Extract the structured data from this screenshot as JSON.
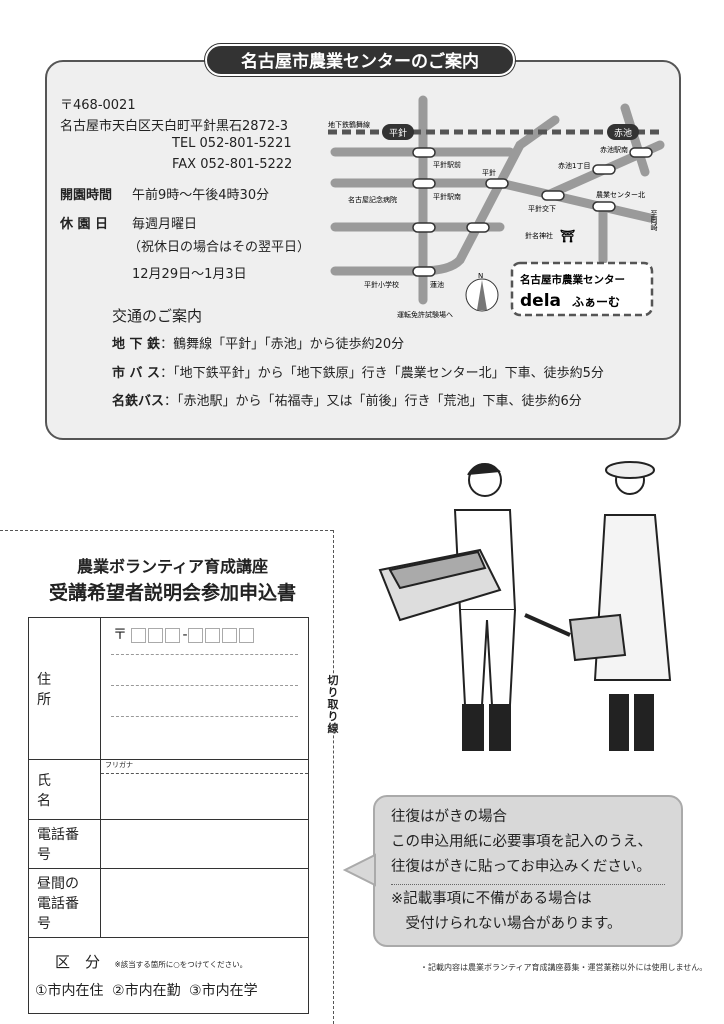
{
  "info": {
    "title": "名古屋市農業センターのご案内",
    "postal": "〒468-0021",
    "address": "名古屋市天白区天白町平針黒石2872-3",
    "tel": "TEL 052-801-5221",
    "fax": "FAX 052-801-5222",
    "hours_label": "開園時間",
    "hours": "午前9時～午後4時30分",
    "closed_label": "休 園 日",
    "closed": "毎週月曜日",
    "closed_note": "（祝休日の場合はその翌平日）",
    "closed_extra": "12月29日～1月3日",
    "access_title": "交通のご案内",
    "access": [
      {
        "label": "地 下 鉄",
        "text": "：鶴舞線「平針」「赤池」から徒歩約20分"
      },
      {
        "label": "市 バ ス",
        "text": "：「地下鉄平針」から「地下鉄原」行き「農業センター北」下車、徒歩約5分"
      },
      {
        "label": "名鉄バス",
        "text": "：「赤池駅」から「祐福寺」又は「前後」行き「荒池」下車、徒歩約6分"
      }
    ]
  },
  "map": {
    "line": "地下鉄鶴舞線",
    "stations": [
      "平針",
      "赤池"
    ],
    "labels": [
      "平針駅前",
      "平針駅南",
      "平針",
      "平針交下",
      "赤池駅南",
      "赤池1丁目",
      "農業センター北",
      "至岡崎",
      "名古屋記念病院",
      "針名神社",
      "平針小学校",
      "蓮池",
      "運転免許試験場へ",
      "N"
    ],
    "logo_title": "名古屋市農業センター",
    "logo_brand": "dela",
    "logo_brand_sub": "ふぁーむ"
  },
  "form": {
    "title1": "農業ボランティア育成講座",
    "title2": "受講希望者説明会参加申込書",
    "address_label": "住　　所",
    "postal_mark": "〒",
    "name_label": "氏　　名",
    "furigana": "フリガナ",
    "phone_label": "電話番号",
    "day_phone_label_1": "昼間の",
    "day_phone_label_2": "電話番号",
    "category_label": "区　分",
    "category_note": "※該当する箇所に○をつけてください。",
    "options": [
      "①市内在住",
      "②市内在勤",
      "③市内在学"
    ],
    "cut_line": "切り取り線"
  },
  "callout": {
    "line1": "往復はがきの場合",
    "line2": "この申込用紙に必要事項を記入のうえ、",
    "line3": "往復はがきに貼ってお申込みください。",
    "line4": "※記載事項に不備がある場合は",
    "line5": "　受付けられない場合があります。"
  },
  "footnote": "・記載内容は農業ボランティア育成講座募集・運営業務以外には使用しません。"
}
